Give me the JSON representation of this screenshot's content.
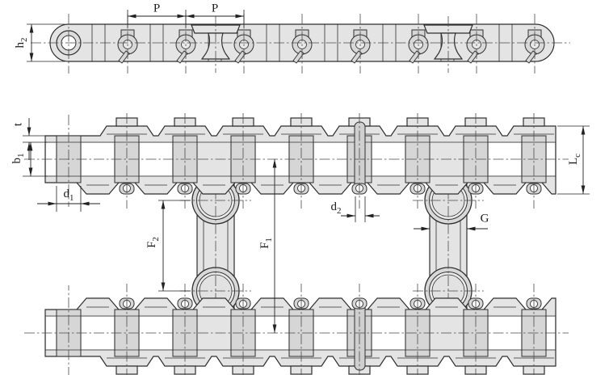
{
  "drawing": {
    "views": [
      "side-elevation",
      "plan"
    ],
    "colors": {
      "background": "#ffffff",
      "line": "#2f2f2f",
      "plate_fill": "#e4e4e4",
      "roller_fill": "#d6d6d6",
      "pin_fill": "#cfcfcf"
    }
  },
  "side_view": {
    "labels": {
      "p1": {
        "main": "P"
      },
      "p2": {
        "main": "P"
      },
      "h2": {
        "main": "h",
        "sub": "2"
      }
    }
  },
  "plan_view": {
    "labels": {
      "t": {
        "main": "t"
      },
      "b1": {
        "main": "b",
        "sub": "1"
      },
      "d1": {
        "main": "d",
        "sub": "1"
      },
      "f2": {
        "main": "F",
        "sub": "2"
      },
      "f1": {
        "main": "F",
        "sub": "1"
      },
      "d2": {
        "main": "d",
        "sub": "2"
      },
      "g": {
        "main": "G"
      },
      "lc": {
        "main": "L",
        "sub": "c"
      }
    }
  }
}
